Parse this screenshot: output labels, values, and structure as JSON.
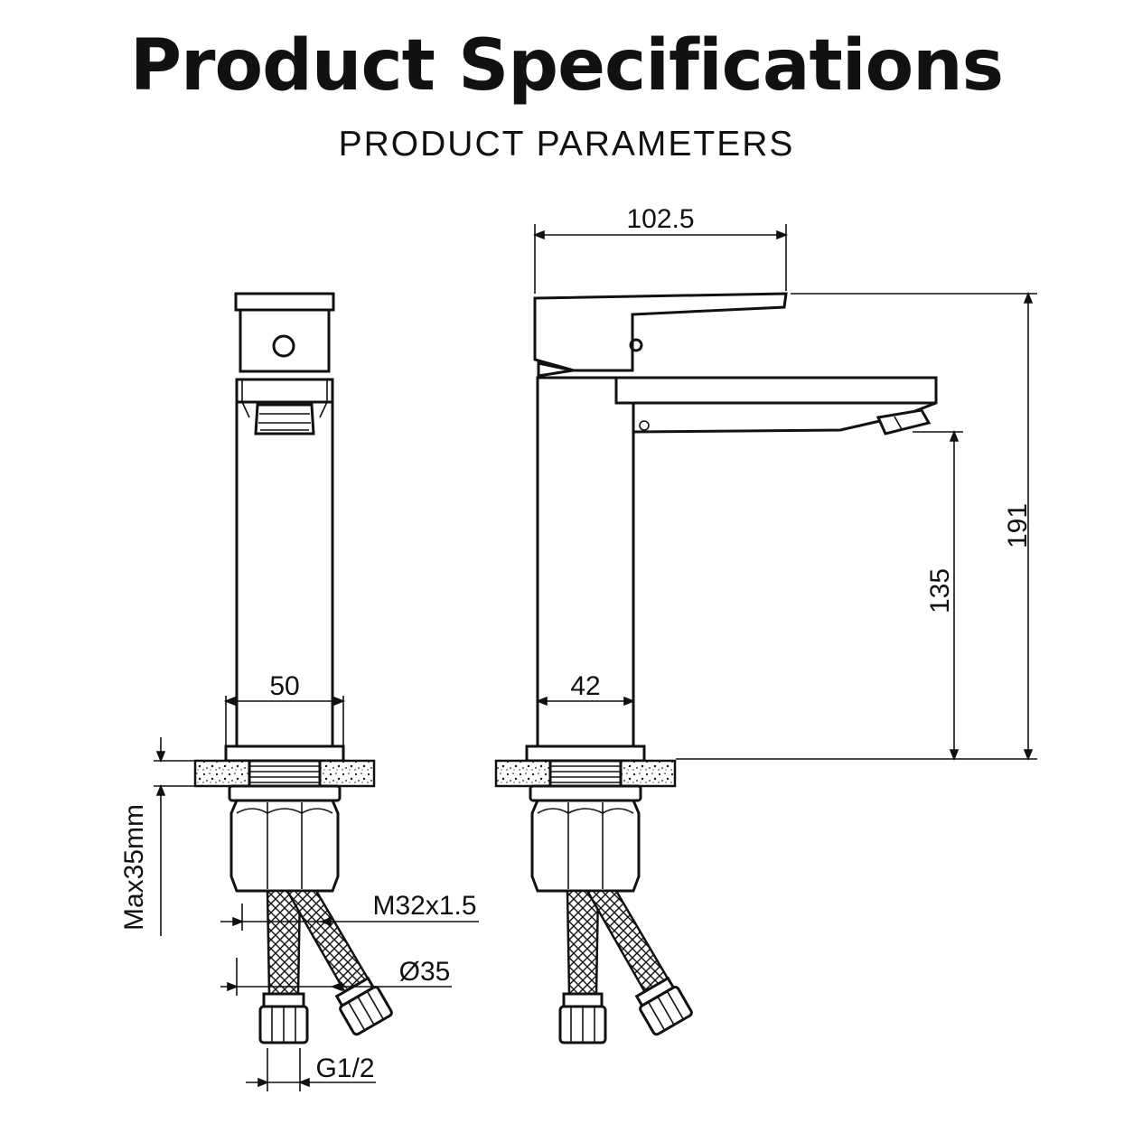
{
  "header": {
    "title": "Product Specifications",
    "subtitle": "PRODUCT PARAMETERS"
  },
  "dimensions": {
    "front_width": "50",
    "side_body_width": "42",
    "spout_length": "102.5",
    "overall_height": "191",
    "spout_height": "135",
    "max_deck_thickness": "Max35mm",
    "thread_size": "M32x1.5",
    "hole_diameter": "Ø35",
    "hose_connection": "G1/2"
  },
  "colors": {
    "line": "#111111",
    "background": "#ffffff"
  }
}
